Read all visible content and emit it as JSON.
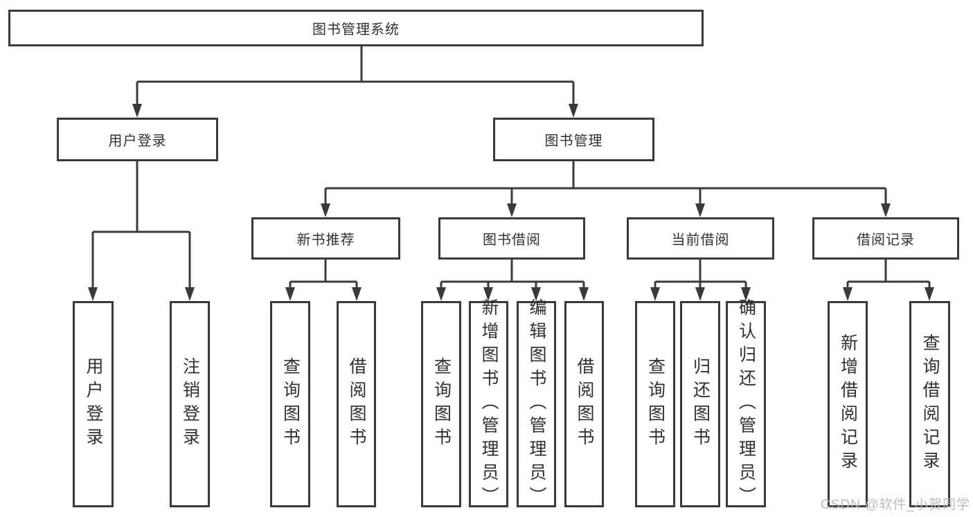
{
  "diagram": {
    "root": {
      "label": "图书管理系统"
    },
    "branches": {
      "user_login": {
        "label": "用户登录"
      },
      "book_mgmt": {
        "label": "图书管理"
      }
    },
    "modules": {
      "new_books": {
        "label": "新书推荐"
      },
      "borrowing": {
        "label": "图书借阅"
      },
      "current": {
        "label": "当前借阅"
      },
      "records": {
        "label": "借阅记录"
      }
    },
    "leaves": {
      "login": {
        "label": "用户登录"
      },
      "logout": {
        "label": "注销登录"
      },
      "nb_query": {
        "label": "查询图书"
      },
      "nb_borrow": {
        "label": "借阅图书"
      },
      "bw_query": {
        "label": "查询图书"
      },
      "bw_add": {
        "label": "新增图书（管理员）"
      },
      "bw_edit": {
        "label": "编辑图书（管理员）"
      },
      "bw_borrow": {
        "label": "借阅图书"
      },
      "cb_query": {
        "label": "查询图书"
      },
      "cb_return": {
        "label": "归还图书"
      },
      "cb_confirm": {
        "label": "确认归还（管理员）"
      },
      "rc_add": {
        "label": "新增借阅记录"
      },
      "rc_query": {
        "label": "查询借阅记录"
      }
    }
  },
  "watermark": {
    "text": "CSDN @软件_小贺同学"
  },
  "colors": {
    "line": "#3a3a3a",
    "text": "#303030",
    "watermark": "#b9b9b9",
    "background": "#ffffff"
  }
}
